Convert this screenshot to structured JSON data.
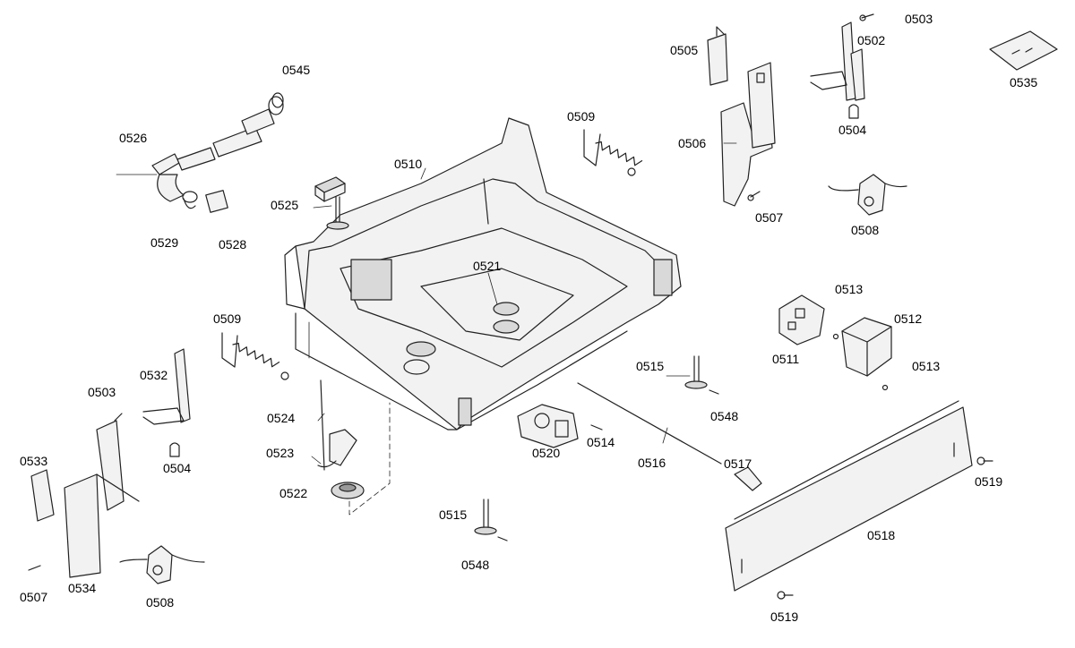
{
  "callouts": {
    "c0503a": "0503",
    "c0502": "0502",
    "c0535": "0535",
    "c0505": "0505",
    "c0545": "0545",
    "c0526": "0526",
    "c0509a": "0509",
    "c0510": "0510",
    "c0506": "0506",
    "c0504a": "0504",
    "c0525": "0525",
    "c0529": "0529",
    "c0528": "0528",
    "c0507a": "0507",
    "c0508a": "0508",
    "c0521": "0521",
    "c0513a": "0513",
    "c0512": "0512",
    "c0509b": "0509",
    "c0511": "0511",
    "c0513b": "0513",
    "c0532": "0532",
    "c0515a": "0515",
    "c0503b": "0503",
    "c0548a": "0548",
    "c0524": "0524",
    "c0514": "0514",
    "c0520": "0520",
    "c0504b": "0504",
    "c0523": "0523",
    "c0533": "0533",
    "c0516": "0516",
    "c0517": "0517",
    "c0519a": "0519",
    "c0522": "0522",
    "c0515b": "0515",
    "c0518": "0518",
    "c0548b": "0548",
    "c0507b": "0507",
    "c0534": "0534",
    "c0508b": "0508",
    "c0519b": "0519"
  }
}
